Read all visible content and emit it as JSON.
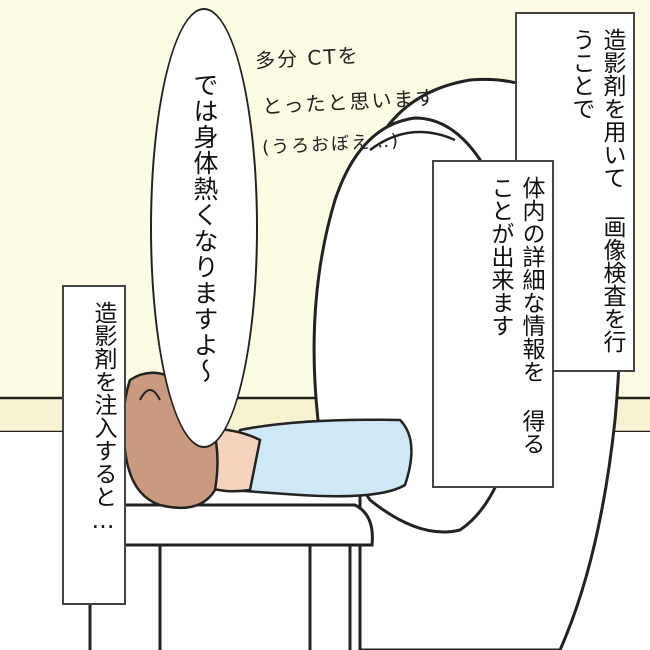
{
  "narration": {
    "line1": "造影剤を用いて",
    "line2": "画像検査を行うことで",
    "line3": "体内の詳細な情報を",
    "line4": "得ることが出来ます",
    "line5": "造影剤を注入すると…"
  },
  "speech": {
    "nurse": "では身体熱くなりますよ〜"
  },
  "handwritten": {
    "line1": "多分 CTを",
    "line2": "とったと思います",
    "line3": "(うろおぼえ…)"
  },
  "colors": {
    "background": "#fdfbe3",
    "blanket": "#cfe8f5",
    "hair": "#c99a7e",
    "skin": "#f6d3bf"
  }
}
